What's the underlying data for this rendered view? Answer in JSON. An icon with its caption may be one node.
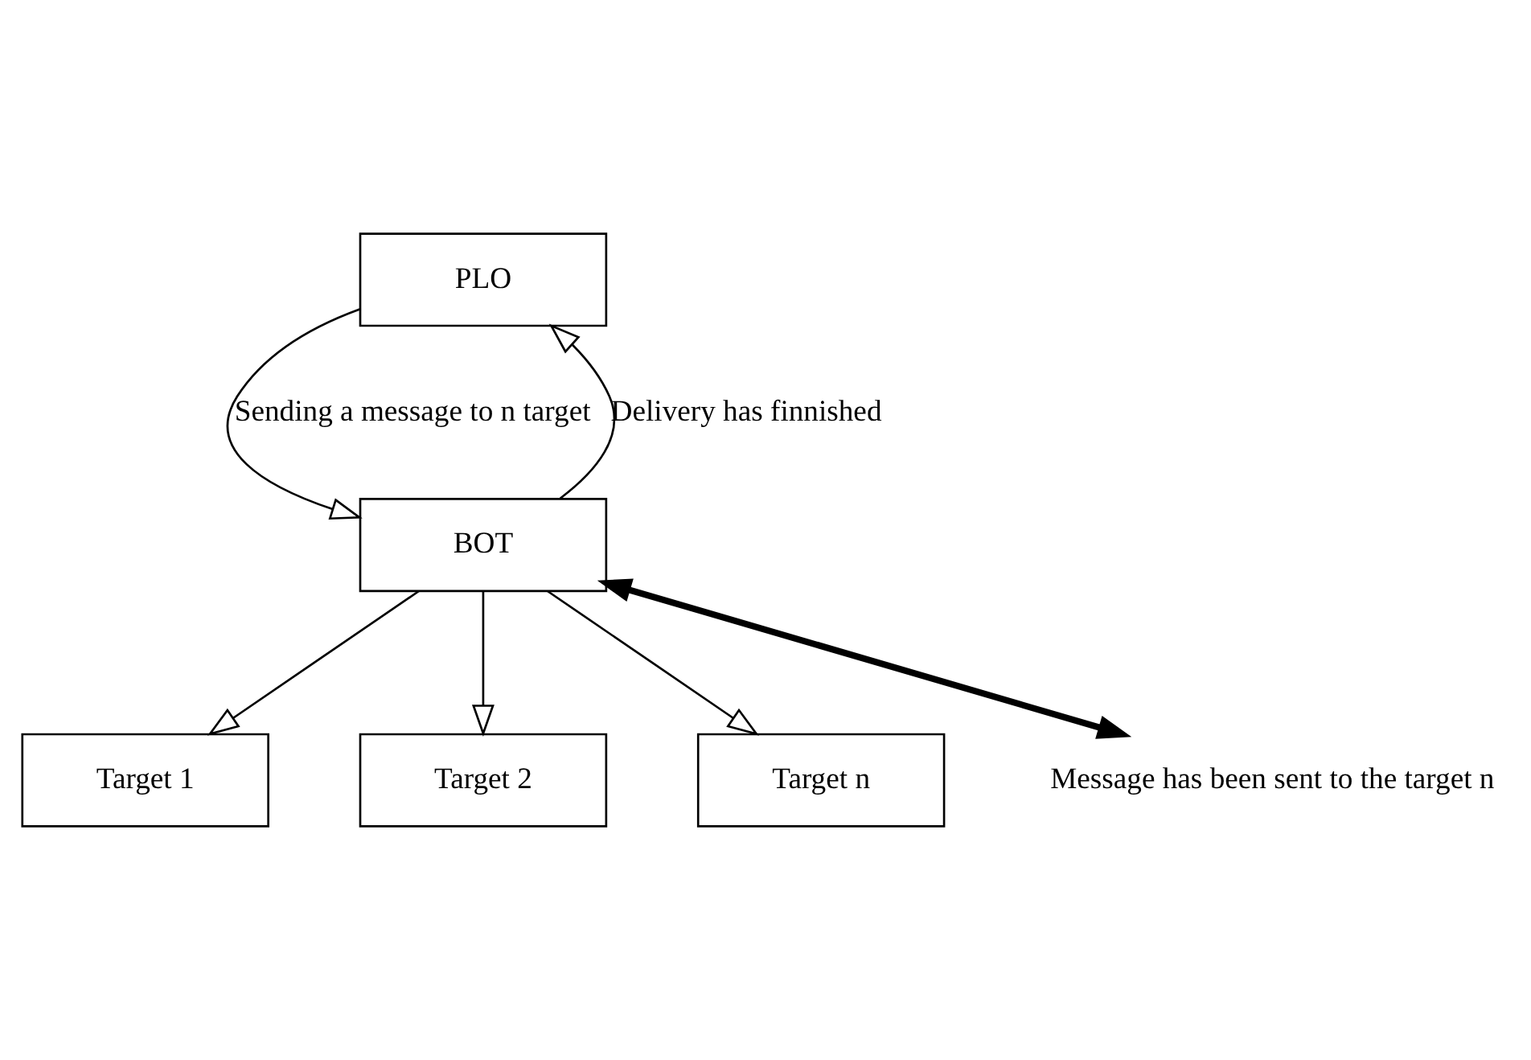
{
  "diagram": {
    "nodes": [
      {
        "text": [
          "PLO"
        ]
      },
      {
        "text": [
          "BOT"
        ]
      },
      {
        "text": [
          "Target 1"
        ]
      },
      {
        "text": [
          "Target 2"
        ]
      },
      {
        "text": [
          "Target n"
        ]
      },
      {
        "text": [
          "Message has been sent to the target n"
        ]
      }
    ],
    "edges": [
      {
        "from": 1,
        "to": 0,
        "arrow": "to",
        "label": "Delivery has finnished"
      },
      {
        "from": 0,
        "to": 1,
        "arrow": "to",
        "label": "Sending a message to n target"
      },
      {
        "from": 1,
        "to": 2,
        "arrow": "to"
      },
      {
        "from": 1,
        "to": 3,
        "arrow": "to"
      },
      {
        "from": 1,
        "to": 4,
        "arrow": "to"
      },
      {
        "from": 5,
        "to": 1,
        "arrow": "both",
        "style": "thick"
      }
    ]
  }
}
